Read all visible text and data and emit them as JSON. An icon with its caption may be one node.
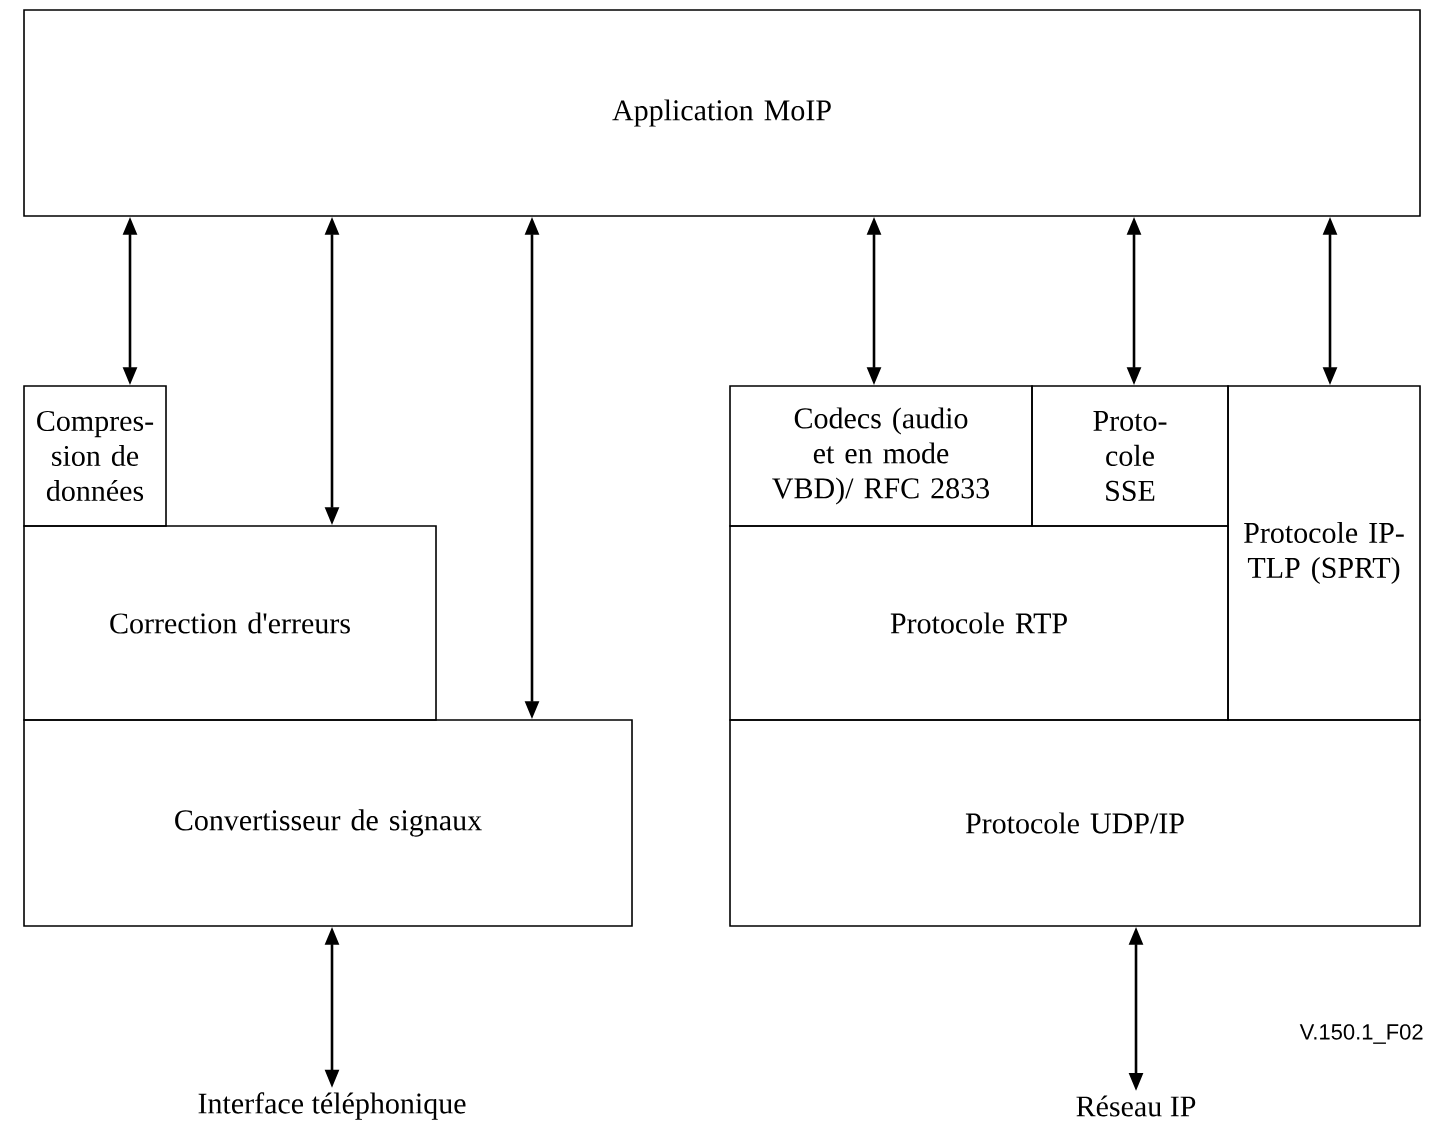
{
  "diagram": {
    "nodes": [
      {
        "text": [
          "Application MoIP"
        ]
      },
      {
        "text": [
          "Compres-sion de données"
        ]
      },
      {
        "text": [
          "Correction d'erreurs"
        ]
      },
      {
        "text": [
          "Convertisseur de signaux"
        ]
      },
      {
        "text": [
          "Codecs (audio et en mode VBD)/ RFC 2833"
        ]
      },
      {
        "text": [
          "Proto-cole SSE"
        ]
      },
      {
        "text": [
          "Protocole IP-TLP (SPRT)"
        ]
      },
      {
        "text": [
          "Protocole RTP"
        ]
      },
      {
        "text": [
          "Protocole UDP/IP"
        ]
      },
      {
        "text": [
          "Interface téléphonique"
        ]
      },
      {
        "text": [
          "Réseau IP"
        ]
      }
    ],
    "edges": [
      {
        "from": 0,
        "to": 1,
        "arrow": "both"
      },
      {
        "from": 0,
        "to": 2,
        "arrow": "both"
      },
      {
        "from": 0,
        "to": 3,
        "arrow": "both"
      },
      {
        "from": 0,
        "to": 4,
        "arrow": "both"
      },
      {
        "from": 0,
        "to": 5,
        "arrow": "both"
      },
      {
        "from": 0,
        "to": 6,
        "arrow": "both"
      },
      {
        "from": 3,
        "to": 9,
        "arrow": "both"
      },
      {
        "from": 8,
        "to": 10,
        "arrow": "both"
      }
    ],
    "labels": [
      "V.150.1_F02"
    ]
  }
}
